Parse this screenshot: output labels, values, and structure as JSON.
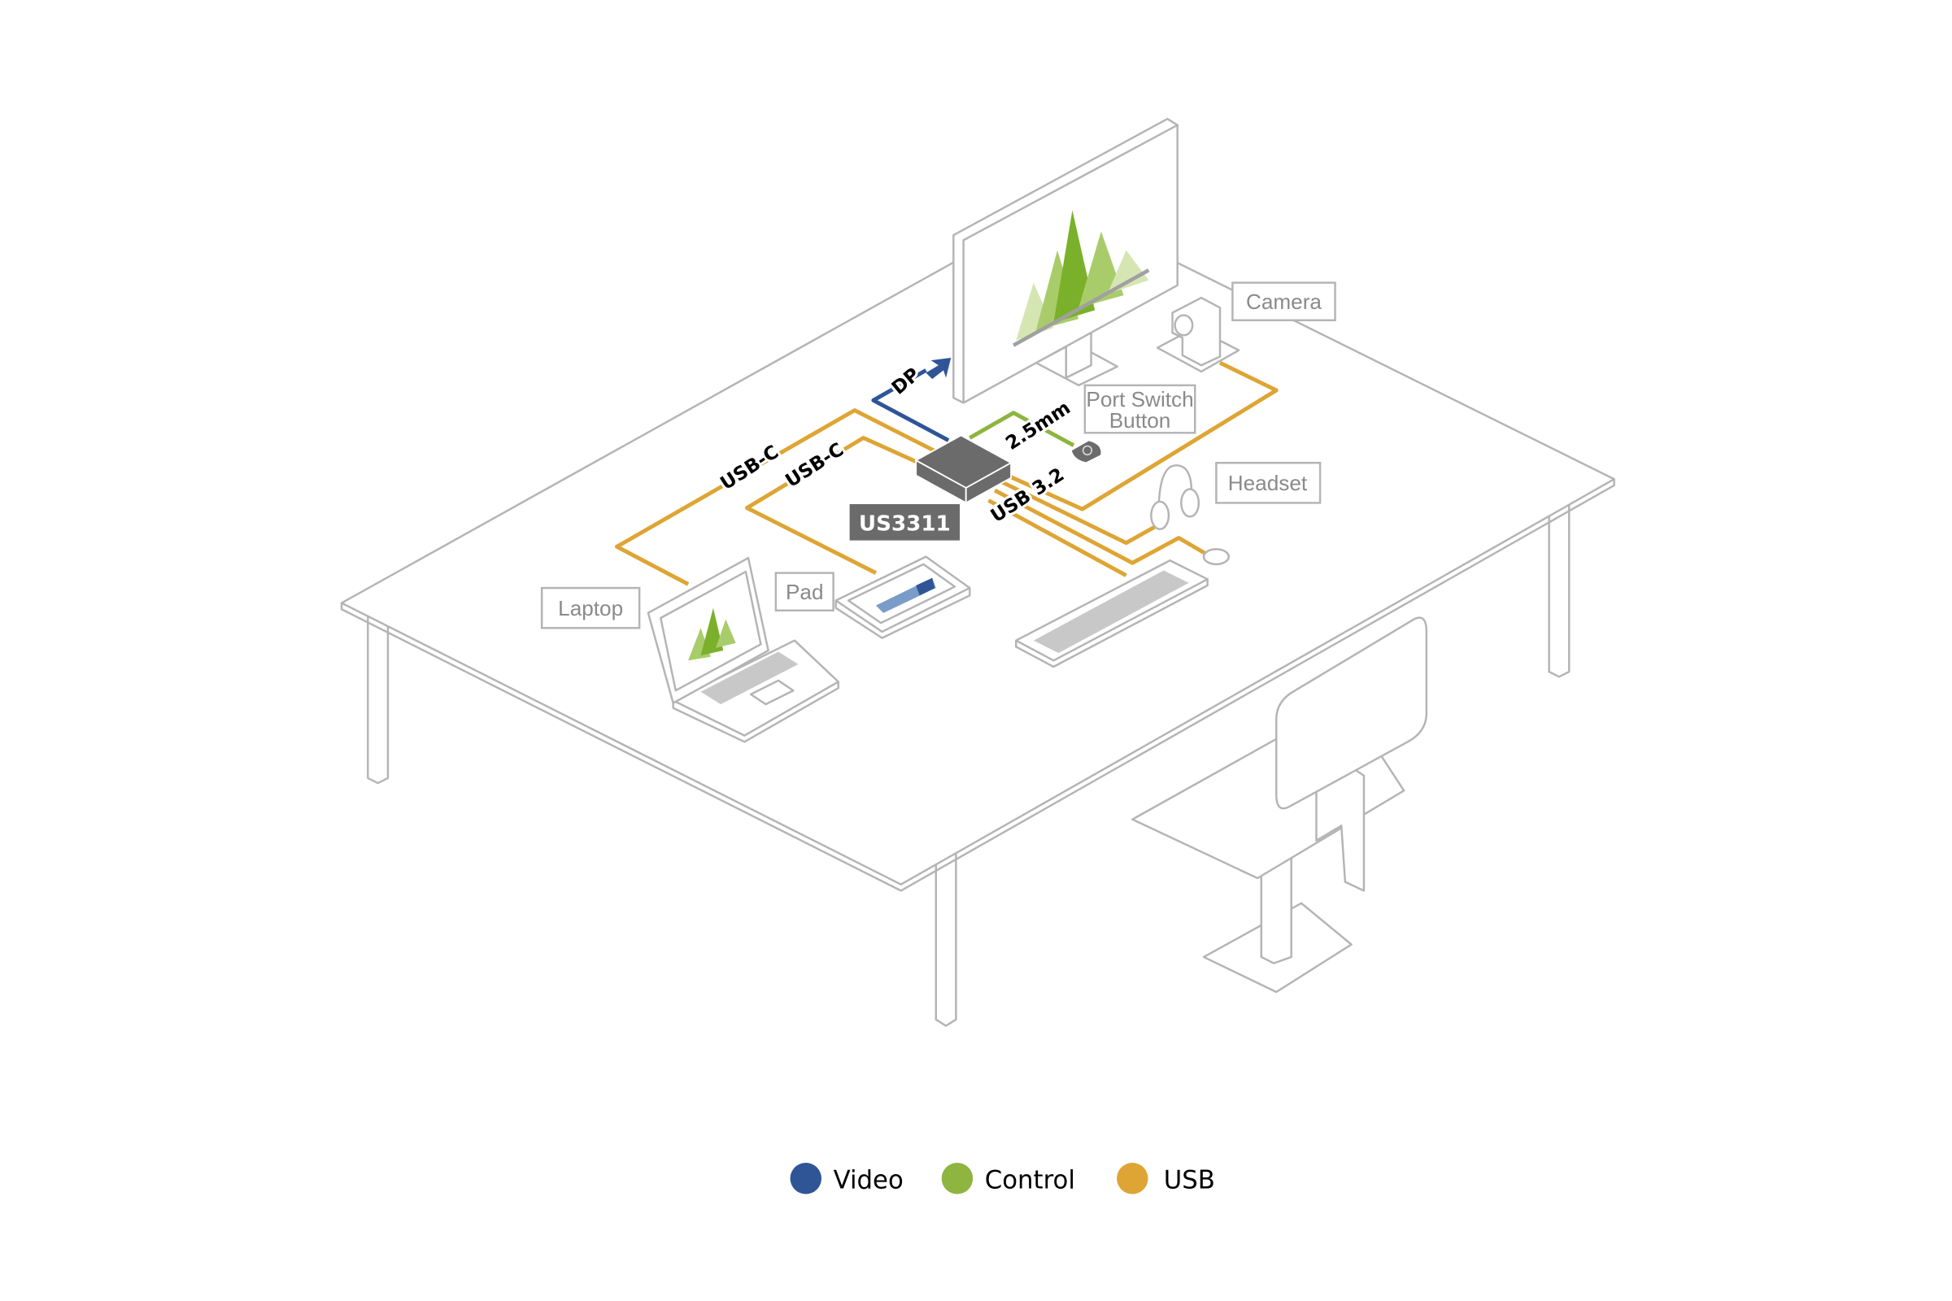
{
  "device": {
    "model": "US3311"
  },
  "cable_labels": {
    "dp": "DP",
    "control": "2.5mm",
    "usbc_laptop": "USB-C",
    "usbc_pad": "USB-C",
    "usb32": "USB 3.2"
  },
  "device_labels": {
    "camera": "Camera",
    "port_switch_line1": "Port Switch",
    "port_switch_line2": "Button",
    "headset": "Headset",
    "laptop": "Laptop",
    "pad": "Pad"
  },
  "legend": [
    {
      "label": "Video",
      "color": "#2f5597"
    },
    {
      "label": "Control",
      "color": "#8db53f"
    },
    {
      "label": "USB",
      "color": "#dea534"
    }
  ]
}
